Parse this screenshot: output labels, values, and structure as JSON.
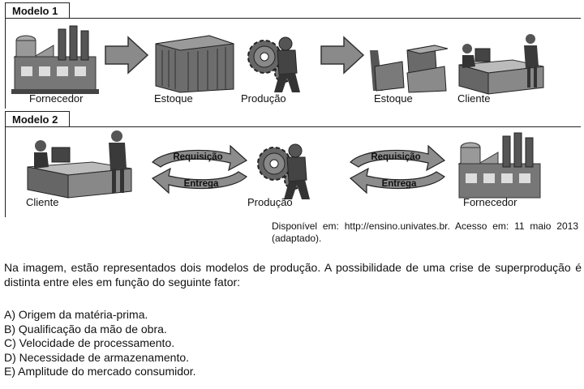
{
  "modelo1": {
    "title": "Modelo 1",
    "labels": [
      "Fornecedor",
      "Estoque",
      "Produção",
      "Estoque",
      "Cliente"
    ]
  },
  "modelo2": {
    "title": "Modelo 2",
    "labels": [
      "Cliente",
      "Produção",
      "Fornecedor"
    ],
    "arrow_top": "Requisição",
    "arrow_bottom": "Entrega"
  },
  "source": "Disponível em: http://ensino.univates.br. Acesso em: 11 maio 2013 (adaptado).",
  "question": "Na imagem, estão representados dois modelos de produção. A possibilidade de uma crise de superprodução é distinta entre eles em função do seguinte fator:",
  "options": [
    "A) Origem da matéria-prima.",
    "B) Qualificação da mão de obra.",
    "C) Velocidade de processamento.",
    "D) Necessidade de armazenamento.",
    "E) Amplitude do mercado consumidor."
  ]
}
